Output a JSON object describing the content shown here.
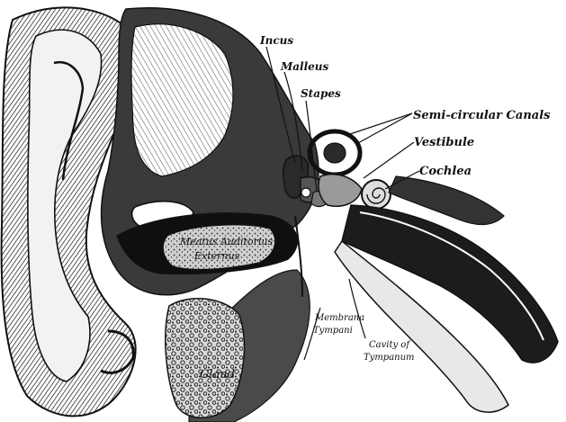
{
  "labels": {
    "incus": "Incus",
    "malleus": "Malleus",
    "stapes": "Stapes",
    "semicircular_canals": "Semi-circular Canals",
    "vestibule": "Vestibule",
    "cochlea": "Cochlea",
    "membrana_tympani_1": "Membrana",
    "membrana_tympani_2": "Tympani",
    "cavity_1": "Cavity of",
    "cavity_2": "Tympanum",
    "meatus_1": "Meatus Auditorius",
    "meatus_2": "Externus",
    "gland": "Gland"
  },
  "colors": {
    "ink": "#111111",
    "paper": "#ffffff",
    "mid": "#6a6a6a",
    "light": "#b8b8b8"
  }
}
